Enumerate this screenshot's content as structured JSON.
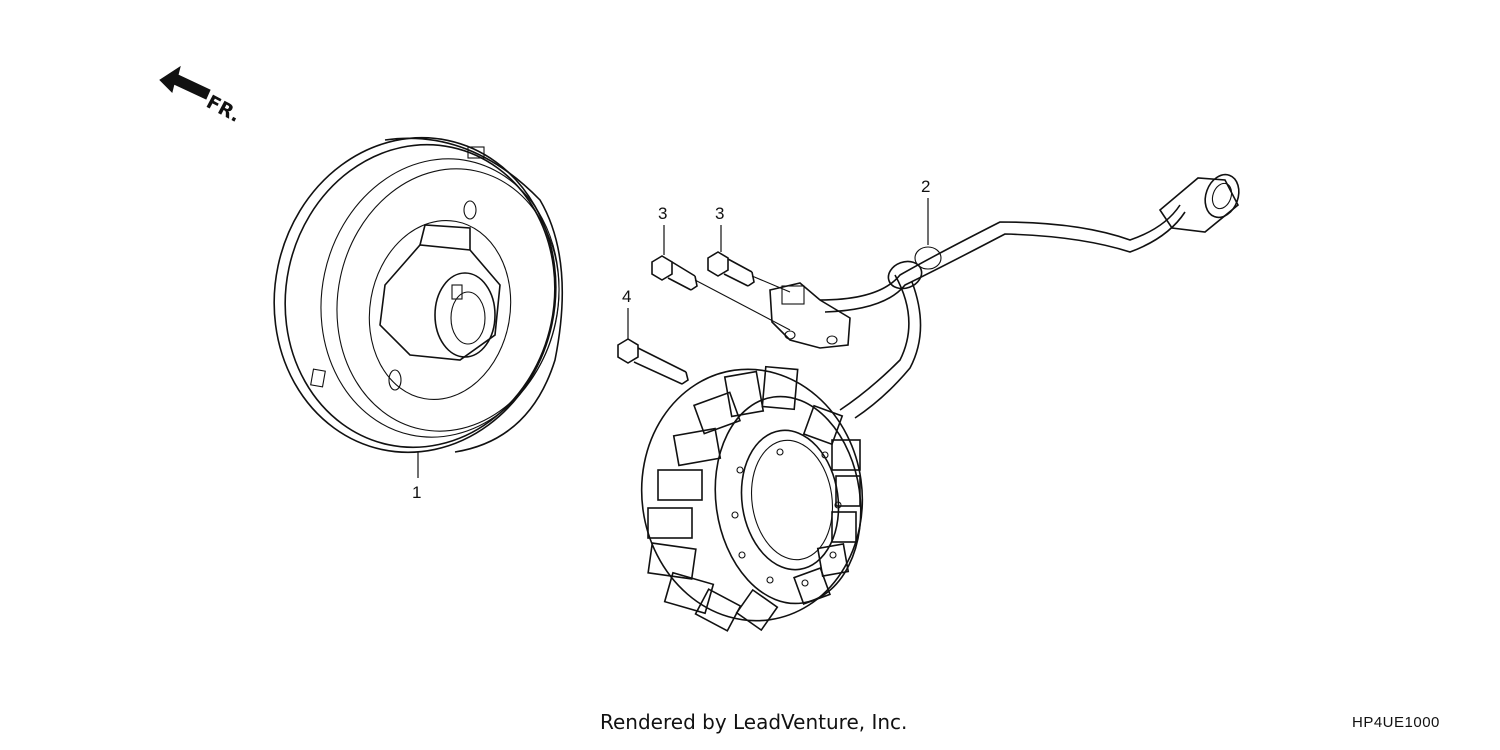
{
  "orientation": {
    "label": "FR."
  },
  "parts": [
    {
      "ref": "1",
      "name": "flywheel"
    },
    {
      "ref": "2",
      "name": "stator"
    },
    {
      "ref": "3",
      "name": "bolt"
    },
    {
      "ref": "3",
      "name": "bolt"
    },
    {
      "ref": "4",
      "name": "bolt"
    }
  ],
  "footer": {
    "credit": "Rendered by LeadVenture, Inc.",
    "diagram_code": "HP4UE1000"
  }
}
